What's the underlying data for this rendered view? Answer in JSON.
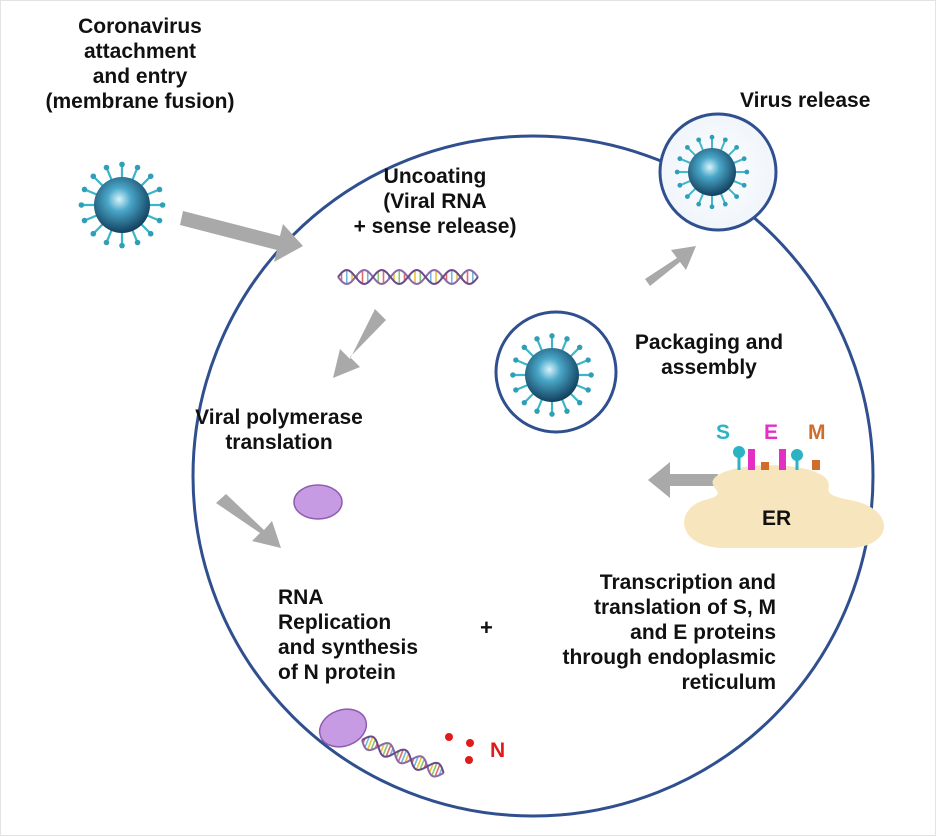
{
  "labels": {
    "attachment": [
      "Coronavirus",
      "attachment",
      "and entry",
      "(membrane fusion)"
    ],
    "uncoating": [
      "Uncoating",
      "(Viral RNA",
      "+ sense release)"
    ],
    "release": "Virus release",
    "packaging": [
      "Packaging and",
      "assembly"
    ],
    "polymerase": [
      "Viral polymerase",
      "translation"
    ],
    "replication": [
      "RNA",
      "Replication",
      "and synthesis",
      "of N protein"
    ],
    "transcription": [
      "Transcription and",
      "translation of S, M",
      "and E proteins",
      "through endoplasmic",
      "reticulum"
    ],
    "plus": "+",
    "er": "ER",
    "n_protein": "N",
    "s": "S",
    "e": "E",
    "m": "M"
  },
  "colors": {
    "cell_border": "#2f4f8f",
    "arrow": "#a9a9a9",
    "er": "#f7e6bd",
    "protein": "#c79be3",
    "protein_border": "#8e5cb0",
    "virus": "#1f6d91",
    "spike": "#3bb6c9",
    "s_color": "#2bb3c4",
    "e_color": "#e32fc4",
    "m_color": "#cf6d2b",
    "n_color": "#e01b1b"
  },
  "icons": [
    "virus-icon",
    "rna-strand-icon",
    "protein-icon",
    "er-icon",
    "arrow-icon"
  ]
}
